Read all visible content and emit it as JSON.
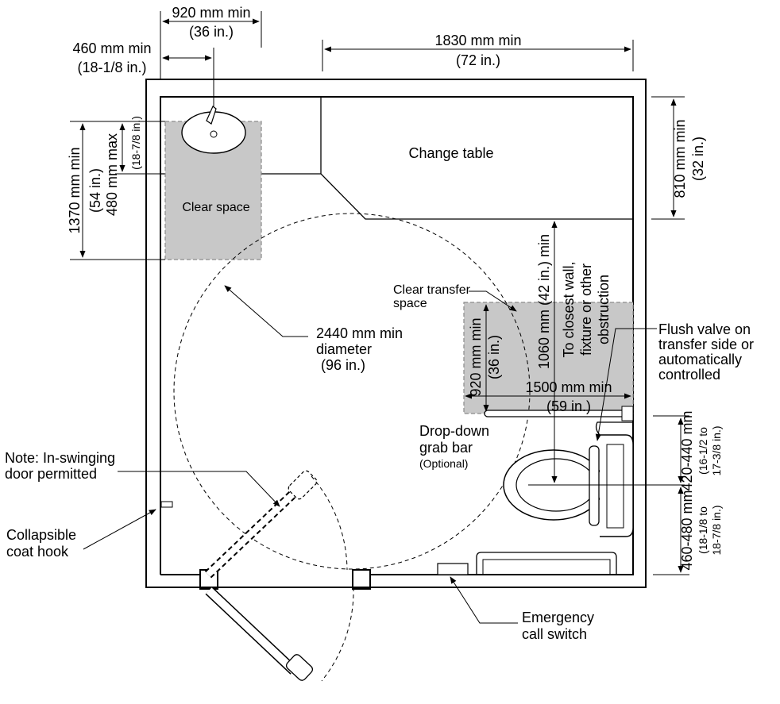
{
  "room": {
    "change_table": "Change table",
    "lav_clear_space": "Clear space",
    "clear_transfer_space": [
      "Clear transfer",
      "space"
    ],
    "turning_circle": [
      "2440 mm min",
      "diameter",
      "(96 in.)"
    ],
    "grab_bar": [
      "Drop-down",
      "grab bar"
    ],
    "grab_bar_note": "(Optional)",
    "flush_valve": [
      "Flush valve on",
      "transfer side or",
      "automatically",
      "controlled"
    ],
    "note_door": [
      "Note: In-swinging",
      "door permitted"
    ],
    "coat_hook": [
      "Collapsible",
      "coat hook"
    ],
    "call_switch": [
      "Emergency",
      "call switch"
    ]
  },
  "dimensions": {
    "width_920": [
      "920 mm min",
      "(36 in.)"
    ],
    "width_460": [
      "460 mm min",
      "(18-1/8 in.)"
    ],
    "width_1830": [
      "1830 mm min",
      "(72 in.)"
    ],
    "height_1370": [
      "1370 mm min",
      "(54 in.)"
    ],
    "lav_480": [
      "480 mm max",
      "(18-7/8 in.)"
    ],
    "table_810": [
      "810 mm min",
      "(32 in.)"
    ],
    "transfer_920": [
      "920 mm min",
      "(36 in.)"
    ],
    "transfer_1500": [
      "1500 mm min",
      "(59 in.)"
    ],
    "closest_wall_1060": [
      "1060 mm (42 in.) min"
    ],
    "closest_wall_note": [
      "To closest wall,",
      "fixture or other",
      "obstruction"
    ],
    "seat_420": [
      "420-440 mm",
      "(16-1/2 to",
      "17-3/8 in.)"
    ],
    "seat_460": [
      "460-480 mm",
      "(18-1/8 to",
      "18-7/8 in.)"
    ]
  }
}
